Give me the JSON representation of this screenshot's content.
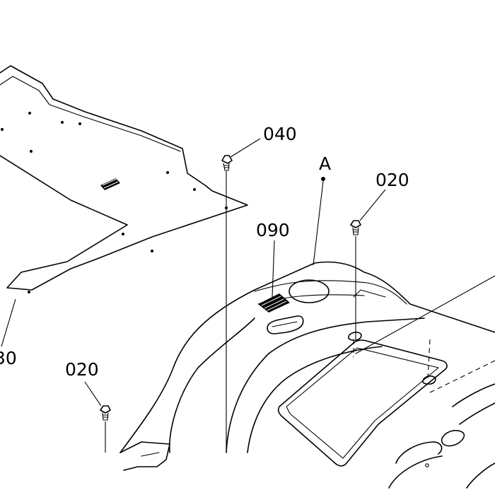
{
  "callouts": {
    "part_040": "040",
    "ref_a": "A",
    "part_020_top": "020",
    "part_090": "090",
    "part_020_left": "020",
    "part_030_cut": "30"
  }
}
